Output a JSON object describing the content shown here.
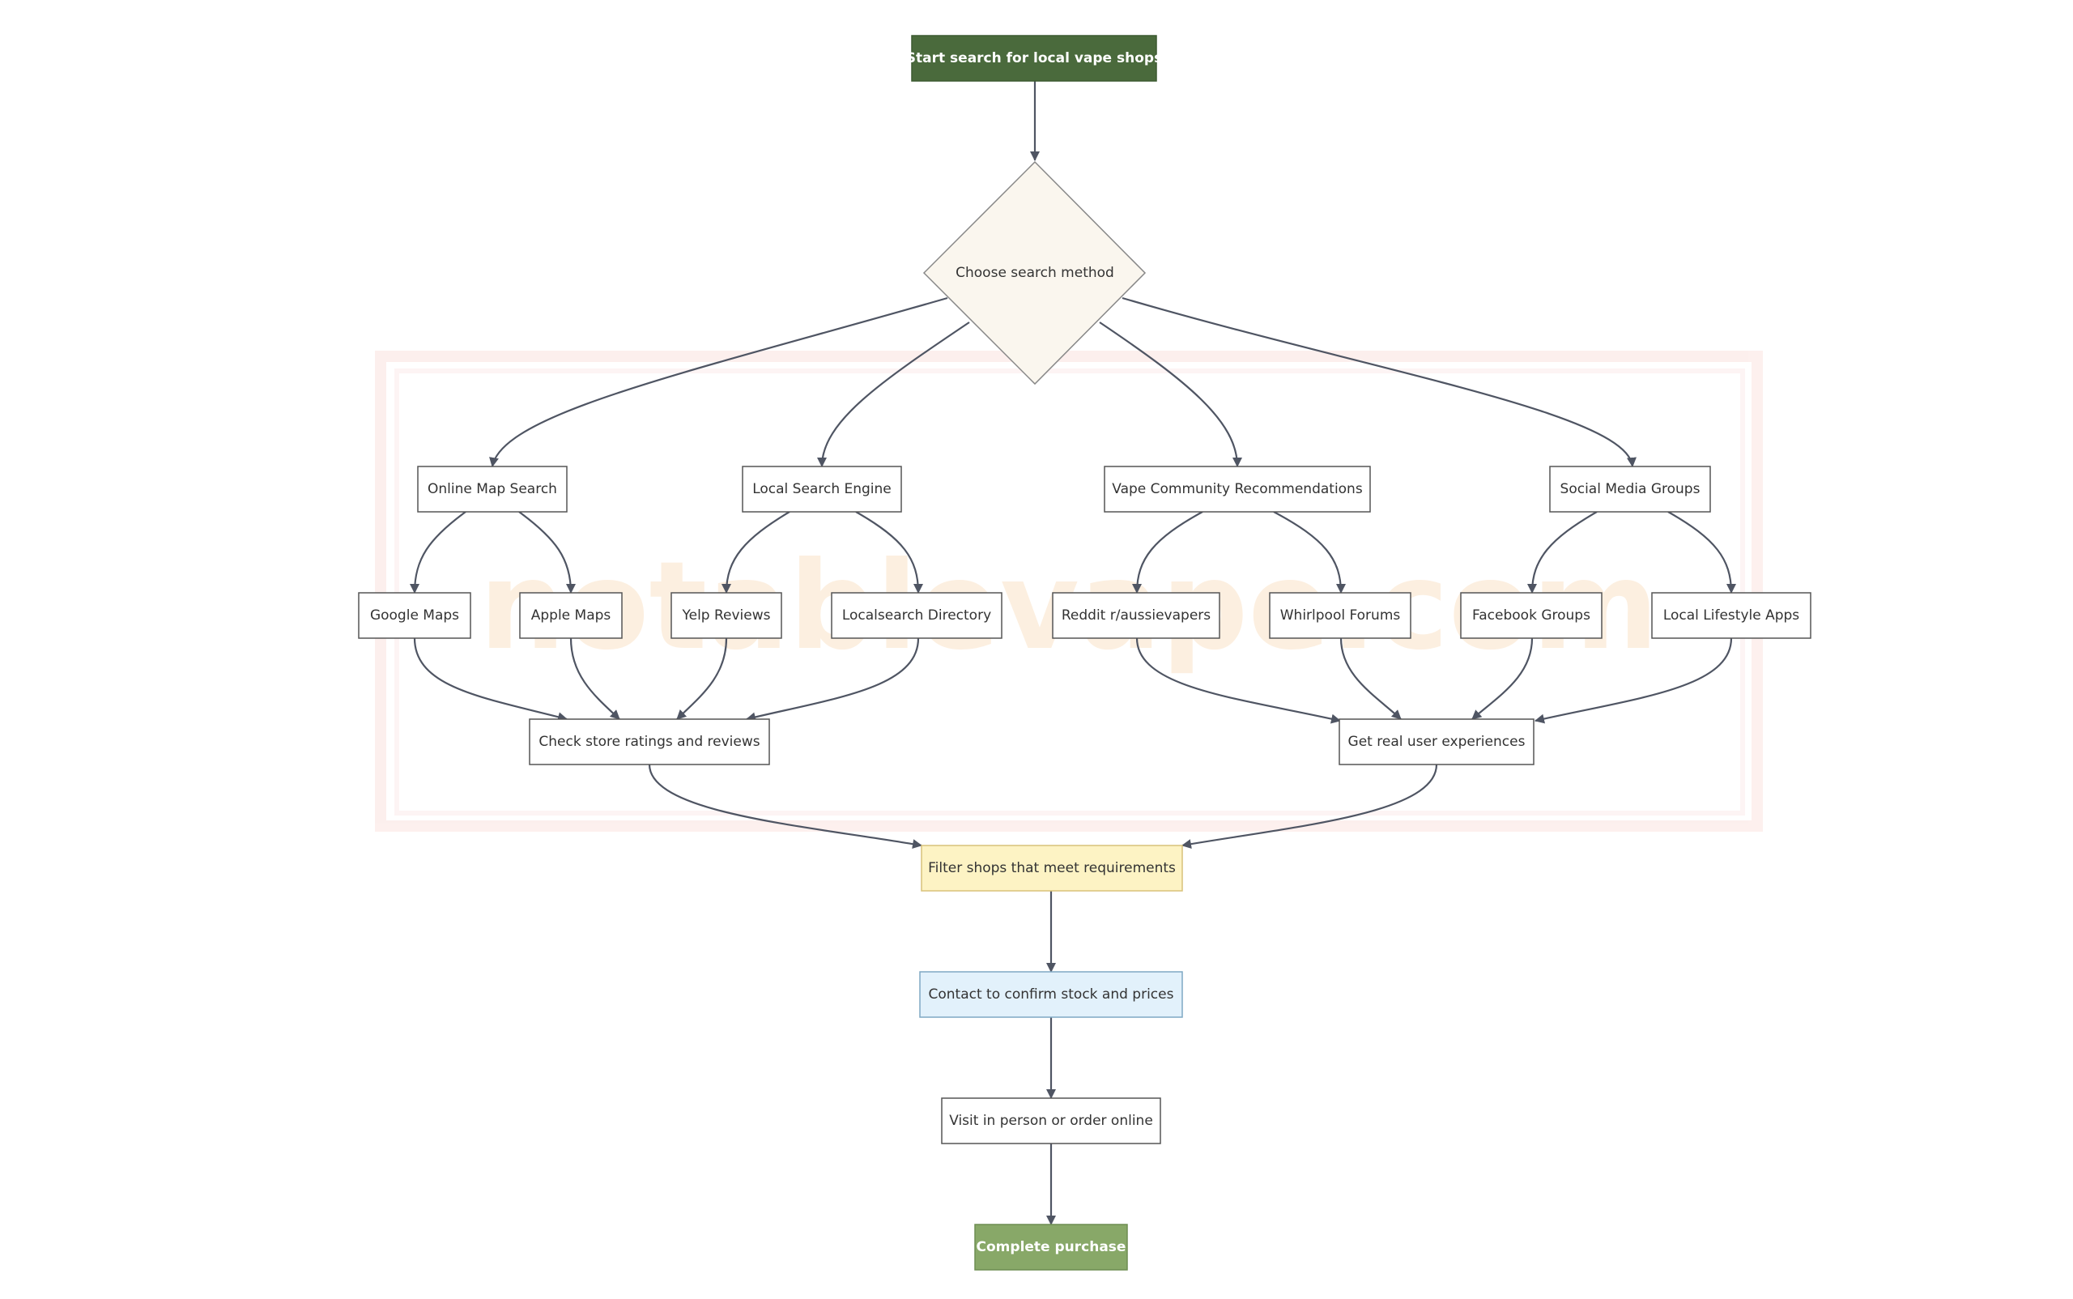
{
  "watermark": {
    "text": "notablevape.com",
    "color": "#fbe3c8"
  },
  "colors": {
    "edge": "#4f5563",
    "node_border": "#555555",
    "node_fill": "#ffffff",
    "start_fill": "#4a6a3c",
    "end_fill": "#88a868",
    "decision_fill": "#faf6ee",
    "filter_fill": "#fdf3c4",
    "filter_border": "#d8c27a",
    "contact_fill": "#e2f1fb",
    "contact_border": "#7fa8c4"
  },
  "nodes": {
    "start": "Start search for local vape shops",
    "decision": "Choose search method",
    "online_map": "Online Map Search",
    "local_engine": "Local Search Engine",
    "vape_community": "Vape Community Recommendations",
    "social_media": "Social Media Groups",
    "google_maps": "Google Maps",
    "apple_maps": "Apple Maps",
    "yelp": "Yelp Reviews",
    "localsearch": "Localsearch Directory",
    "reddit": "Reddit r/aussievapers",
    "whirlpool": "Whirlpool Forums",
    "facebook": "Facebook Groups",
    "local_lifestyle": "Local Lifestyle Apps",
    "check_ratings": "Check store ratings and reviews",
    "real_user": "Get real user experiences",
    "filter": "Filter shops that meet requirements",
    "contact": "Contact to confirm stock and prices",
    "visit": "Visit in person or order online",
    "complete": "Complete purchase"
  }
}
